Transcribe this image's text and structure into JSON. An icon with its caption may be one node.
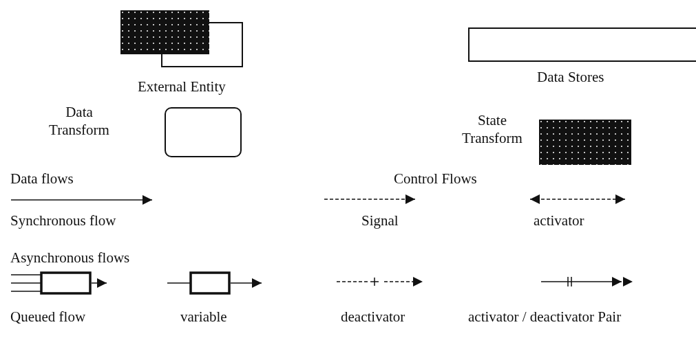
{
  "diagram": {
    "nodes": [
      {
        "text": [],
        "shape": "box",
        "beside": [
          "External Entity"
        ]
      },
      {
        "text": [],
        "shape": "box",
        "beside": [
          "Data Stores"
        ]
      },
      {
        "text": [],
        "shape": "box",
        "beside": [
          "Data Transform"
        ]
      },
      {
        "text": [],
        "shape": "box",
        "beside": [
          "State Transform"
        ]
      }
    ],
    "labels": [
      "Data flows",
      "Control Flows",
      "Asynchronous flows"
    ],
    "legend": [
      {
        "text": "Synchronous flow"
      },
      {
        "text": "Signal"
      },
      {
        "text": "activator"
      },
      {
        "text": "Queued flow"
      },
      {
        "text": "variable"
      },
      {
        "text": "deactivator"
      },
      {
        "text": "activator / deactivator Pair"
      }
    ]
  }
}
